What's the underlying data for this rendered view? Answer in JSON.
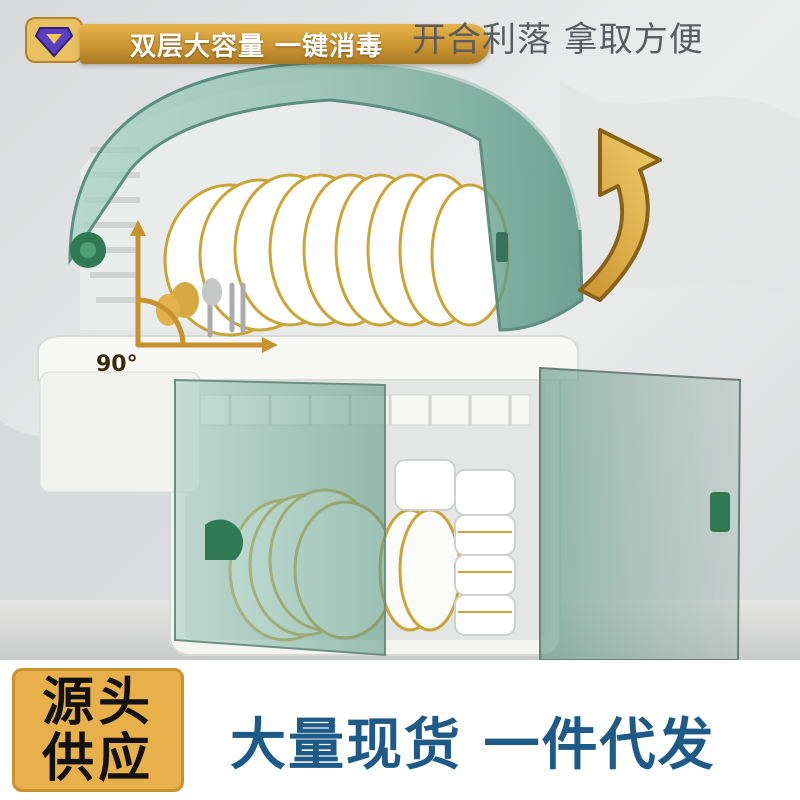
{
  "banner": {
    "badge_icon": "gem-shield-icon",
    "text": "双层大容量 一键消毒"
  },
  "headline": "开合利落 拿取方便",
  "angle_label": "90°",
  "stamp": {
    "line1": "源头",
    "line2": "供应"
  },
  "slogan": "大量现货 一件代发",
  "colors": {
    "gold": "#d9a83a",
    "slogan_blue": "#1d5a88",
    "cover_green": "#7fb7a4",
    "cabinet_white": "#f2f2f0",
    "clip_green": "#2f7a55"
  }
}
